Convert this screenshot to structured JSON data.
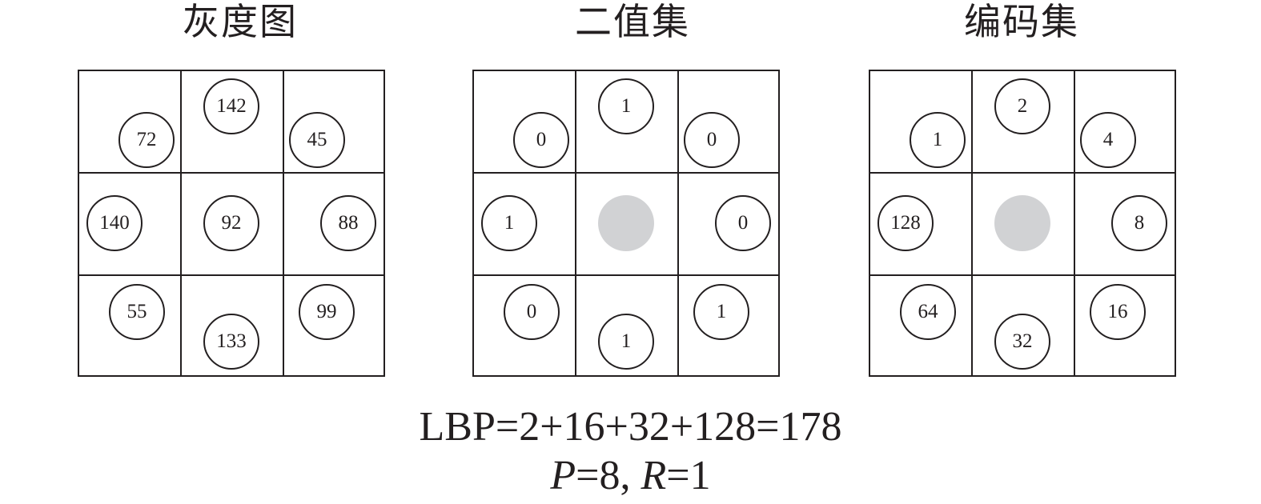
{
  "panels": [
    {
      "title": "灰度图",
      "cells": {
        "nw": "72",
        "n": "142",
        "ne": "45",
        "w": "140",
        "c": "92",
        "e": "88",
        "sw": "55",
        "s": "133",
        "se": "99"
      }
    },
    {
      "title": "二值集",
      "cells": {
        "nw": "0",
        "n": "1",
        "ne": "0",
        "w": "1",
        "e": "0",
        "sw": "0",
        "s": "1",
        "se": "1"
      }
    },
    {
      "title": "编码集",
      "cells": {
        "nw": "1",
        "n": "2",
        "ne": "4",
        "w": "128",
        "e": "8",
        "sw": "64",
        "s": "32",
        "se": "16"
      }
    }
  ],
  "formula": {
    "lbp": "LBP=2+16+32+128=178",
    "p_sym": "P",
    "p_val": "=8, ",
    "r_sym": "R",
    "r_val": "=1"
  },
  "colors": {
    "ink": "#231f20",
    "center_fill": "#d1d2d4"
  }
}
